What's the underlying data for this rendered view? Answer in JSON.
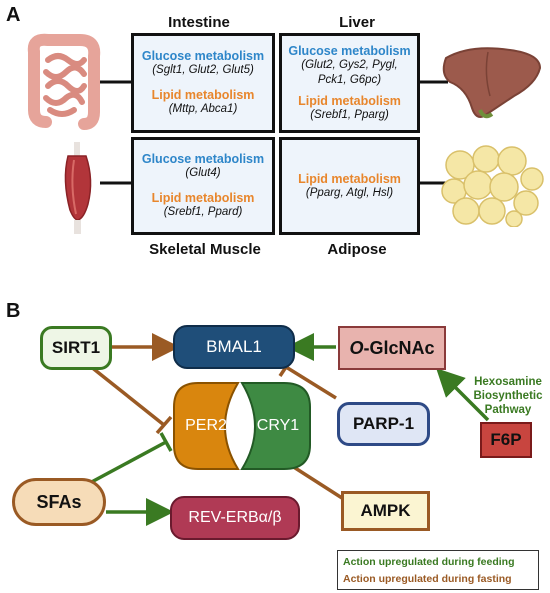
{
  "panel_a": {
    "letter": "A",
    "intestine": {
      "title": "Intestine",
      "glucose_label": "Glucose metabolism",
      "glucose_genes": "(Sglt1, Glut2, Glut5)",
      "lipid_label": "Lipid metabolism",
      "lipid_genes": "(Mttp, Abca1)"
    },
    "liver": {
      "title": "Liver",
      "glucose_label": "Glucose metabolism",
      "glucose_genes_1": "(Glut2, Gys2, Pygl,",
      "glucose_genes_2": "Pck1, G6pc)",
      "lipid_label": "Lipid metabolism",
      "lipid_genes": "(Srebf1, Pparg)"
    },
    "muscle": {
      "title": "Skeletal Muscle",
      "glucose_label": "Glucose metabolism",
      "glucose_genes": "(Glut4)",
      "lipid_label": "Lipid metabolism",
      "lipid_genes": "(Srebf1, Ppard)"
    },
    "adipose": {
      "title": "Adipose",
      "lipid_label": "Lipid metabolism",
      "lipid_genes": "(Pparg, Atgl, Hsl)"
    }
  },
  "panel_b": {
    "letter": "B",
    "nodes": {
      "sirt1": "SIRT1",
      "bmal1": "BMAL1",
      "oglcnac_italic": "O",
      "oglcnac_rest": "-GlcNAc",
      "per2": "PER2",
      "cry1": "CRY1",
      "parp1": "PARP-1",
      "f6p": "F6P",
      "sfas": "SFAs",
      "ampk": "AMPK",
      "reverb": "REV-ERBα/β"
    },
    "pathway_label_1": "Hexosamine",
    "pathway_label_2": "Biosynthetic",
    "pathway_label_3": "Pathway",
    "legend": {
      "feeding": "Action upregulated during feeding",
      "fasting": "Action upregulated during fasting"
    }
  },
  "colors": {
    "feeding": "#3a7a22",
    "fasting": "#9a5a24",
    "glucose": "#2e86c9",
    "lipid": "#e8862c",
    "bmal1": "#1f4e79",
    "per2": "#d9860e",
    "cry1": "#3e8a43",
    "reverb": "#b03a55"
  }
}
